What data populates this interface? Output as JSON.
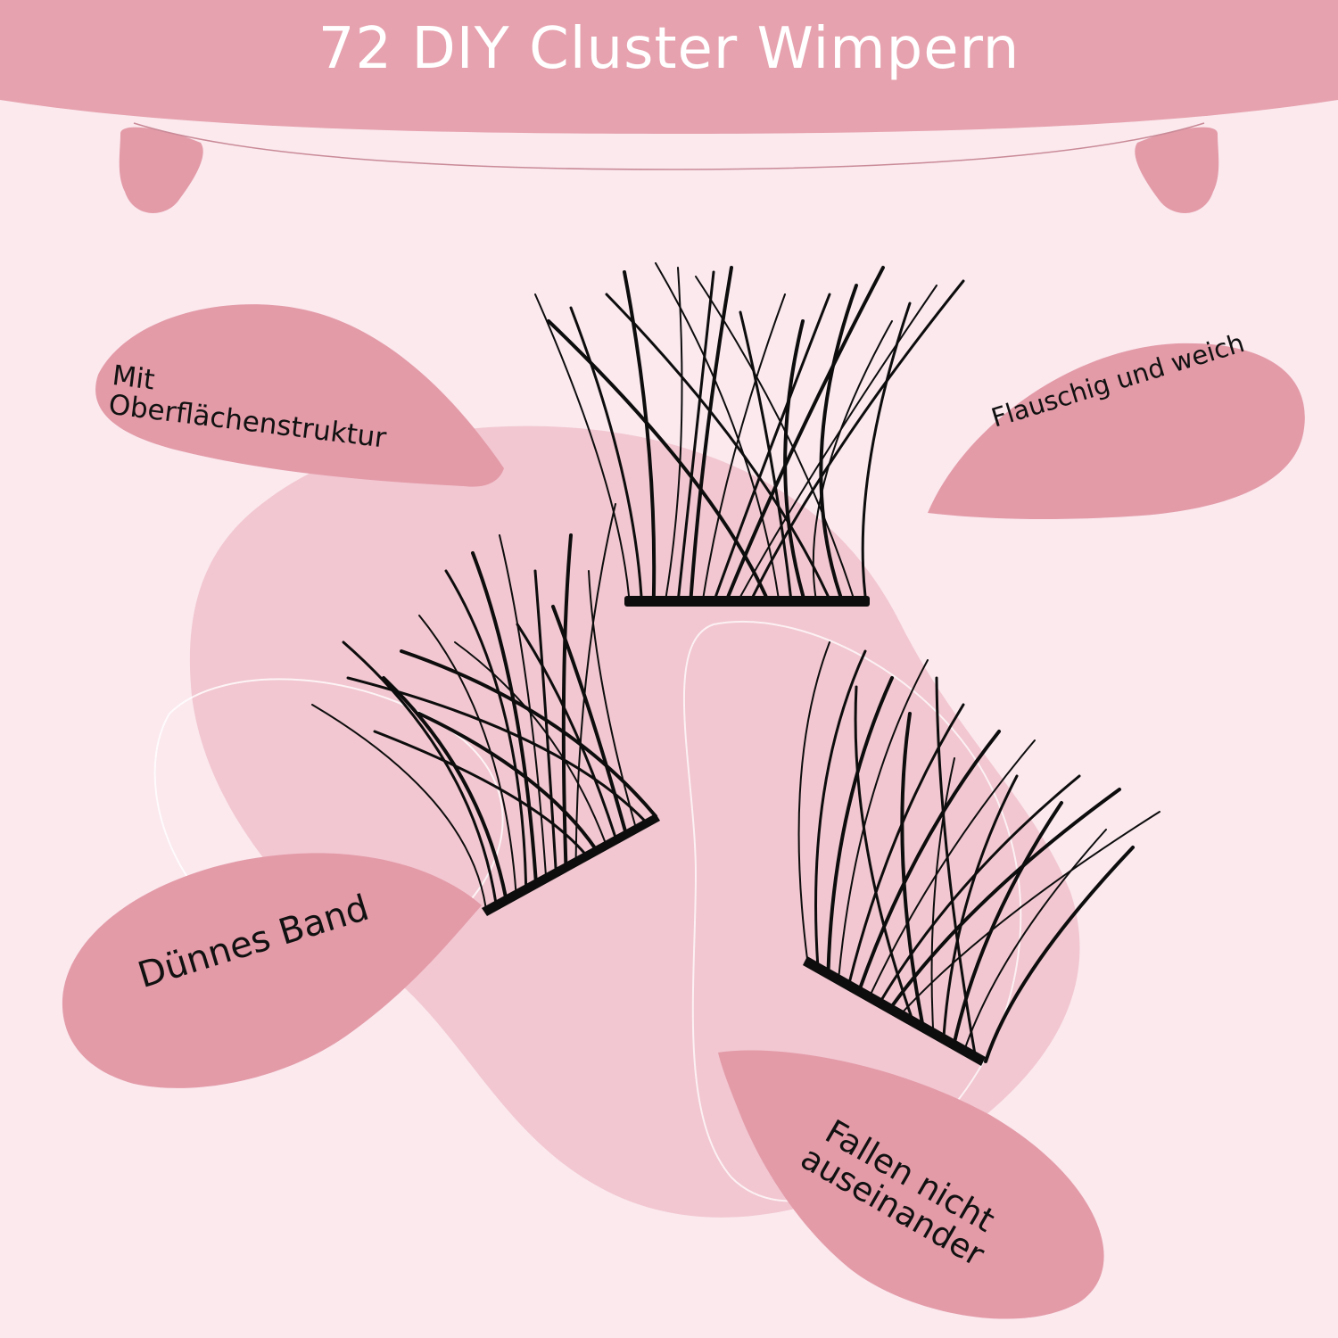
{
  "title": "72 DIY Cluster Wimpern",
  "features": {
    "top_left": [
      "Mit",
      "Oberflächenstruktur"
    ],
    "top_right": "Flauschig und weich",
    "bottom_left": "Dünnes Band",
    "bottom_right": [
      "Fallen nicht",
      "auseinander"
    ]
  },
  "colors": {
    "background": "#fbe9ee",
    "banner": "#e6a2ae",
    "bubble": "#e39ba8",
    "blob": "#f2c7d1",
    "lash": "#0d0d0d",
    "title_text": "#ffffff"
  },
  "images": [
    "lash-cluster-top",
    "lash-cluster-left",
    "lash-cluster-right"
  ]
}
